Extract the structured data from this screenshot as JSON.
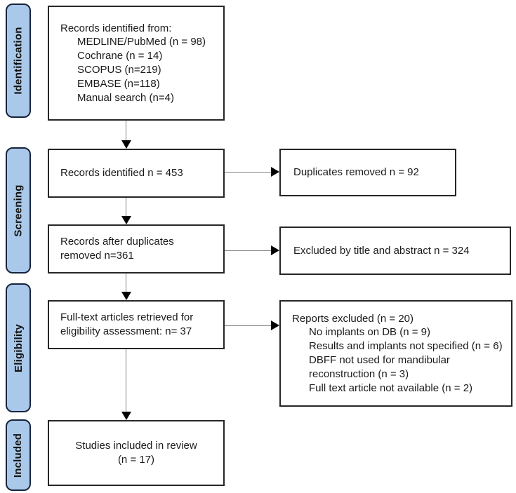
{
  "colors": {
    "stage_fill": "#aac9ea",
    "stage_border": "#16243d",
    "box_border": "#262626",
    "connector_line": "#808080",
    "arrowhead": "#000000",
    "background": "#ffffff",
    "text": "#1a1a1a"
  },
  "stages": [
    {
      "label": "Identification"
    },
    {
      "label": "Screening"
    },
    {
      "label": "Eligibility"
    },
    {
      "label": "Included"
    }
  ],
  "boxes": {
    "records_identified_from": {
      "lines": [
        "Records identified from:",
        "MEDLINE/PubMed (n = 98)",
        "Cochrane (n = 14)",
        "SCOPUS (n=219)",
        "EMBASE (n=118)",
        "Manual search (n=4)"
      ]
    },
    "records_identified": {
      "text": "Records identified n = 453"
    },
    "duplicates_removed": {
      "text": "Duplicates removed n = 92"
    },
    "records_after_duplicates": {
      "lines": [
        "Records after duplicates",
        "removed n=361"
      ]
    },
    "excluded_title_abstract": {
      "text": "Excluded by title and abstract n = 324"
    },
    "fulltext_retrieved": {
      "lines": [
        "Full-text articles retrieved for",
        "eligibility assessment: n= 37"
      ]
    },
    "reports_excluded": {
      "lines": [
        "Reports excluded (n = 20)",
        "No implants on DB (n = 9)",
        "Results and implants not specified (n = 6)",
        "DBFF not used for mandibular",
        "reconstruction (n = 3)",
        "Full text article not available (n = 2)"
      ]
    },
    "studies_included": {
      "lines": [
        "Studies included in review",
        "(n = 17)"
      ]
    }
  }
}
